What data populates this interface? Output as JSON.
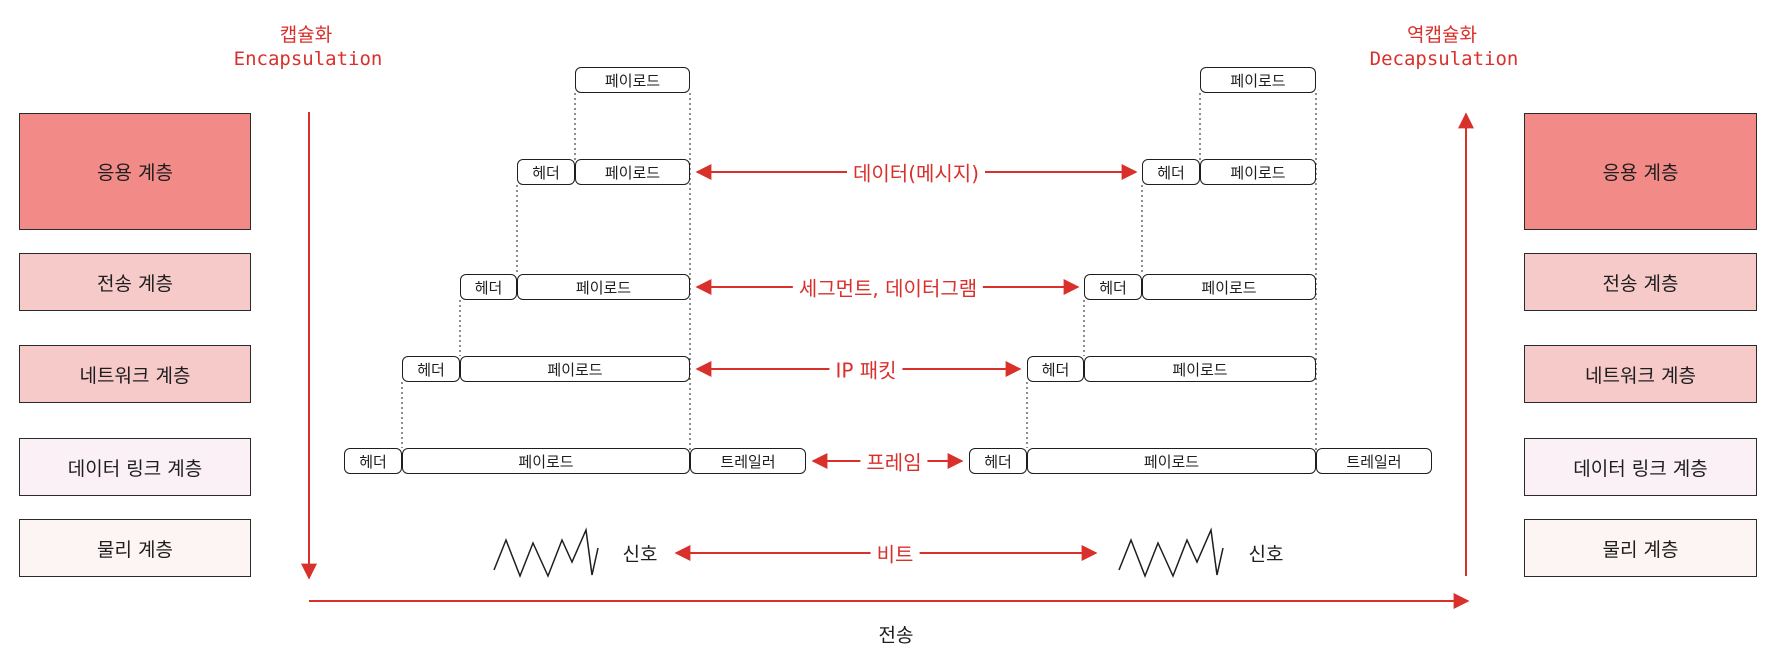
{
  "encapsulation": {
    "ko": "캡슐화",
    "en": "Encapsulation"
  },
  "decapsulation": {
    "ko": "역캡슐화",
    "en": "Decapsulation"
  },
  "layers": [
    {
      "label": "응용 계층",
      "fill": "#f28b88"
    },
    {
      "label": "전송 계층",
      "fill": "#f7caca"
    },
    {
      "label": "네트워크 계층",
      "fill": "#f7caca"
    },
    {
      "label": "데이터 링크 계층",
      "fill": "#fbf0f6"
    },
    {
      "label": "물리 계층",
      "fill": "#fdf4f4"
    }
  ],
  "pdu_labels": {
    "application": "데이터(메시지)",
    "transport": "세그먼트, 데이터그램",
    "network": "IP 패킷",
    "datalink": "프레임",
    "physical": "비트"
  },
  "segments": {
    "header": "헤더",
    "payload": "페이로드",
    "trailer": "트레일러"
  },
  "signal": "신호",
  "transmission": "전송",
  "colors": {
    "accent": "#d9302c",
    "stroke": "#1e1e1e"
  }
}
